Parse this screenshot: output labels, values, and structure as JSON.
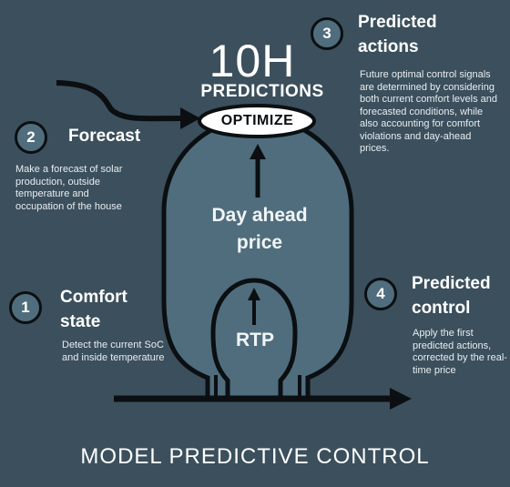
{
  "center": {
    "horizon_number": "10H",
    "horizon_label": "PREDICTIONS",
    "optimize_label": "OPTIMIZE",
    "day_ahead_label": "Day ahead price",
    "rtp_label": "RTP"
  },
  "steps": [
    {
      "number": "1",
      "title": "Comfort state",
      "description": "Detect the current SoC and inside temperature"
    },
    {
      "number": "2",
      "title": "Forecast",
      "description": "Make a forecast of solar production, outside temperature and occupation of the house"
    },
    {
      "number": "3",
      "title": "Predicted actions",
      "description": "Future optimal control signals are determined by considering both current comfort levels and forecasted conditions, while also accounting for comfort violations and day-ahead prices."
    },
    {
      "number": "4",
      "title": "Predicted control",
      "description": "Apply the first predicted actions, corrected by the real-time price"
    }
  ],
  "footer_title": "MODEL PREDICTIVE CONTROL",
  "colors": {
    "background": "#3b4f5c",
    "shape_fill": "#4f6d7d",
    "outline": "#0b0f12",
    "optimize_ellipse": "#ffffff"
  }
}
